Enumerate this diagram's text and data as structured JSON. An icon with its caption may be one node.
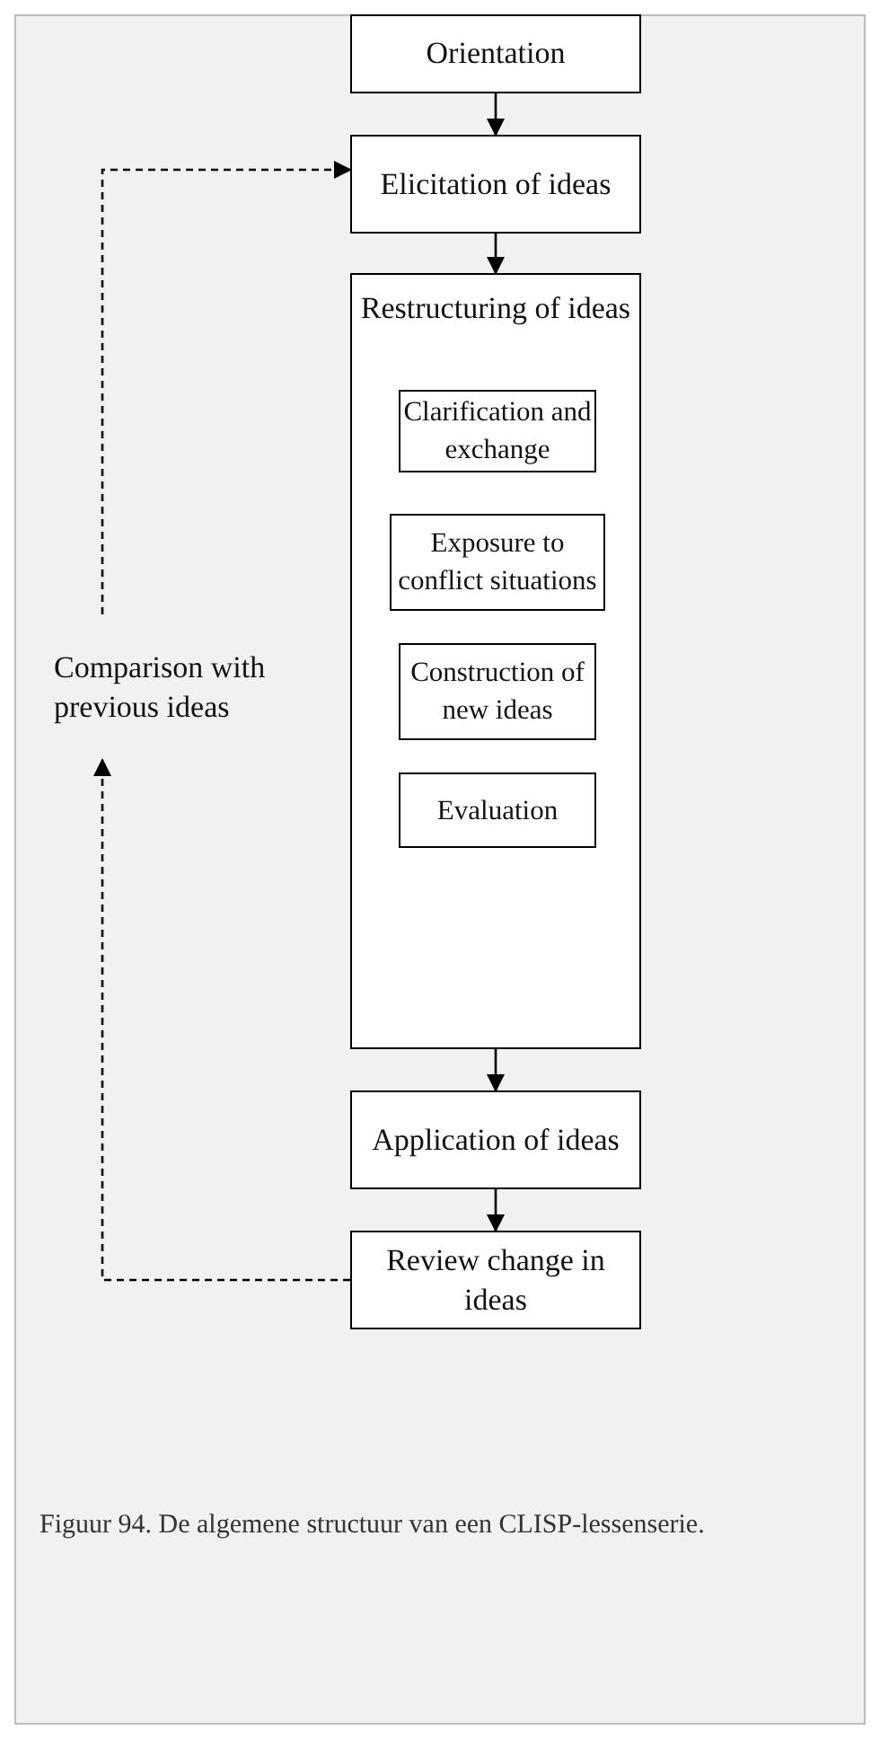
{
  "diagram": {
    "caption": "Figuur 94. De algemene structuur van een CLISP-lessenserie.",
    "nodes": [
      {
        "text": [
          "Orientation"
        ]
      },
      {
        "text": [
          "Elicitation of ideas"
        ]
      },
      {
        "text": [
          "Restructuring of ideas"
        ]
      },
      {
        "text": [
          "Clarification and exchange"
        ],
        "in": 2
      },
      {
        "text": [
          "Exposure to conflict situations"
        ],
        "in": 2
      },
      {
        "text": [
          "Construction of new ideas"
        ],
        "in": 2
      },
      {
        "text": [
          "Evaluation"
        ],
        "in": 2
      },
      {
        "text": [
          "Application of ideas"
        ]
      },
      {
        "text": [
          "Review change in ideas"
        ]
      },
      {
        "text": [
          "Comparison with previous ideas"
        ]
      }
    ],
    "edges": [
      {
        "from": 0,
        "to": 1,
        "arrow": "to"
      },
      {
        "from": 1,
        "to": 2,
        "arrow": "to"
      },
      {
        "from": 2,
        "to": 7,
        "arrow": "to"
      },
      {
        "from": 7,
        "to": 8,
        "arrow": "to"
      },
      {
        "from": 8,
        "to": 9,
        "arrow": "to",
        "style": "dashed"
      },
      {
        "from": 9,
        "to": 1,
        "arrow": "to",
        "style": "dashed"
      }
    ]
  }
}
